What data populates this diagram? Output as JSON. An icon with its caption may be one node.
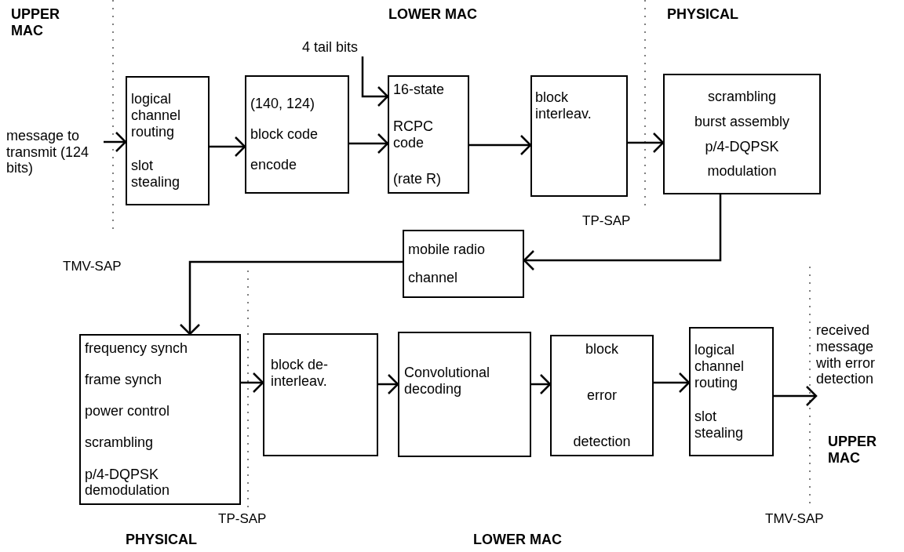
{
  "diagram": {
    "nodes": [
      {
        "text": [
          "message to transmit (124 bits)"
        ]
      },
      {
        "text": [
          "logical channel routing",
          "slot stealing"
        ]
      },
      {
        "text": [
          "(140, 124)",
          "block code",
          "encode"
        ]
      },
      {
        "text": [
          "4 tail bits"
        ]
      },
      {
        "text": [
          "16-state",
          "RCPC code",
          "(rate R)"
        ]
      },
      {
        "text": [
          "block interleav."
        ]
      },
      {
        "text": [
          "scrambling",
          "burst assembly",
          "p/4-DQPSK",
          "modulation"
        ]
      },
      {
        "text": [
          "mobile radio",
          "channel"
        ]
      },
      {
        "text": [
          "frequency synch",
          "frame synch",
          "power control",
          "scrambling",
          "p/4-DQPSK demodulation"
        ]
      },
      {
        "text": [
          "block de-interleav."
        ]
      },
      {
        "text": [
          "Convolutional decoding"
        ]
      },
      {
        "text": [
          "block",
          "error",
          "detection"
        ]
      },
      {
        "text": [
          "logical channel routing",
          "slot stealing"
        ]
      },
      {
        "text": [
          "received message with error detection"
        ]
      }
    ],
    "edges": [
      {
        "from": 0,
        "to": 1,
        "arrow": "to"
      },
      {
        "from": 1,
        "to": 2,
        "arrow": "to"
      },
      {
        "from": 3,
        "to": 4,
        "arrow": "to"
      },
      {
        "from": 2,
        "to": 4,
        "arrow": "to"
      },
      {
        "from": 4,
        "to": 5,
        "arrow": "to"
      },
      {
        "from": 5,
        "to": 6,
        "arrow": "to"
      },
      {
        "from": 6,
        "to": 7,
        "arrow": "to"
      },
      {
        "from": 7,
        "to": 8,
        "arrow": "to"
      },
      {
        "from": 8,
        "to": 9,
        "arrow": "to"
      },
      {
        "from": 9,
        "to": 10,
        "arrow": "to"
      },
      {
        "from": 10,
        "to": 11,
        "arrow": "to"
      },
      {
        "from": 11,
        "to": 12,
        "arrow": "to"
      },
      {
        "from": 12,
        "to": 13,
        "arrow": "to"
      }
    ],
    "labels": [
      "UPPER MAC",
      "LOWER MAC",
      "PHYSICAL",
      "TP-SAP",
      "TMV-SAP",
      "UPPER MAC",
      "TP-SAP",
      "TMV-SAP",
      "PHYSICAL",
      "LOWER MAC"
    ]
  }
}
